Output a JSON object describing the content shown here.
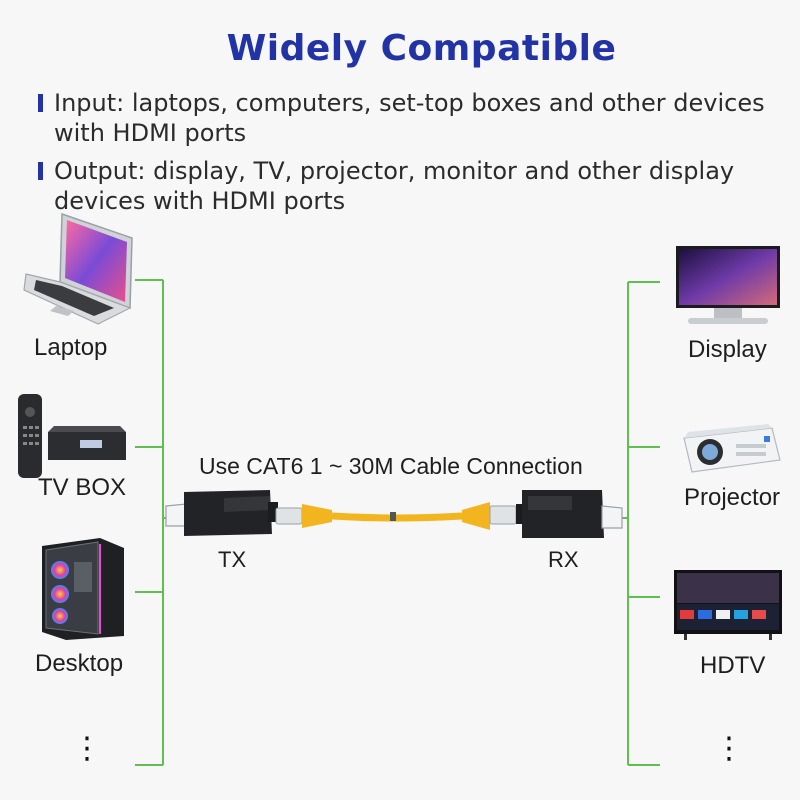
{
  "title": "Widely  Compatible",
  "bullets": [
    {
      "text": "Input: laptops, computers, set-top boxes and other devices with HDMI ports"
    },
    {
      "text": "Output: display, TV, projector, monitor and other display devices with HDMI ports"
    }
  ],
  "inputs": [
    {
      "label": "Laptop",
      "icon": "laptop-icon"
    },
    {
      "label": "TV BOX",
      "icon": "tv-box-icon"
    },
    {
      "label": "Desktop",
      "icon": "desktop-icon"
    }
  ],
  "outputs": [
    {
      "label": "Display",
      "icon": "monitor-icon"
    },
    {
      "label": "Projector",
      "icon": "projector-icon"
    },
    {
      "label": "HDTV",
      "icon": "hdtv-icon"
    }
  ],
  "cable": {
    "label": "Use CAT6 1 ~ 30M Cable Connection",
    "tx_label": "TX",
    "rx_label": "RX"
  },
  "colors": {
    "title": "#2233a6",
    "connector_line": "#5fbf4f",
    "cable": "#f2b51f",
    "bullet": "#2233a6"
  },
  "more_indicator": "⋮"
}
